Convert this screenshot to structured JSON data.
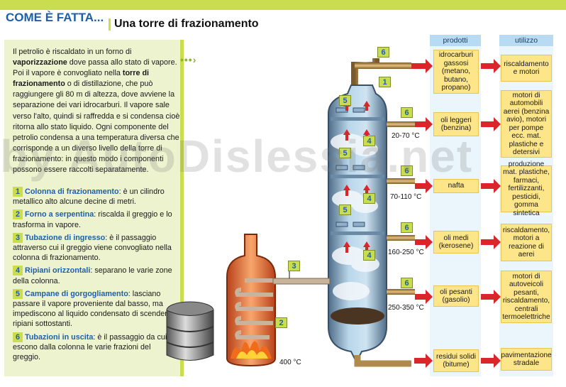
{
  "header": {
    "title": "COME È FATTA...",
    "subtitle": "Una torre di frazionamento"
  },
  "intro": {
    "p1": "Il petrolio è riscaldato in un forno di ",
    "b1": "vaporizzazione",
    "p2": " dove passa allo stato di vapore. Poi il vapore è convogliato nella ",
    "b2": "torre di frazionamento",
    "p3": " o di distillazione, che può raggiungere gli 80 m di altezza, dove avviene la separazione dei vari idrocarburi. Il vapore sale verso l'alto, quindi si raffredda e si condensa cioè ritorna allo stato liquido. Ogni componente del petrolio condensa a una temperatura diversa che corrisponde a un diverso livello della torre di frazionamento: in questo modo i componenti possono essere raccolti separatamente."
  },
  "items": [
    {
      "num": "1",
      "title": "Colonna di frazionamento",
      "text": ": è un cilindro metallico alto alcune decine di metri."
    },
    {
      "num": "2",
      "title": "Forno a serpentina",
      "text": ": riscalda il greggio e lo trasforma in vapore."
    },
    {
      "num": "3",
      "title": "Tubazione di ingresso",
      "text": ": è il passaggio attraverso cui il greggio viene convogliato nella colonna di frazionamento."
    },
    {
      "num": "4",
      "title": "Ripiani orizzontali",
      "text": ": separano le varie zone della colonna."
    },
    {
      "num": "5",
      "title": "Campane di gorgogliamento",
      "text": ": lasciano passare il vapore proveniente dal basso, ma impediscono al liquido condensato di scendere ai ripiani sottostanti."
    },
    {
      "num": "6",
      "title": "Tubazioni in uscita",
      "text": ": è il passaggio da cui escono dalla colonna le varie frazioni del greggio."
    }
  ],
  "columns": {
    "prodotti": "prodotti",
    "utilizzo": "utilizzo"
  },
  "rows": [
    {
      "product": "idrocarburi gassosi (metano, butano, propano)",
      "use": "riscaldamento e motori"
    },
    {
      "product": "oli leggeri (benzina)",
      "use": "motori di automobili aerei (benzina avio), motori per pompe ecc. mat. plastiche e detersivi"
    },
    {
      "product": "nafta",
      "use": "produzione mat. plastiche, farmaci, fertilizzanti, pesticidi, gomma sintetica"
    },
    {
      "product": "oli medi (kerosene)",
      "use": "riscaldamento, motori a reazione di aerei"
    },
    {
      "product": "oli pesanti (gasolio)",
      "use": "motori di autoveicoli pesanti, riscaldamento, centrali termoelettriche"
    },
    {
      "product": "residui solidi (bitume)",
      "use": "pavimentazione stradale"
    }
  ],
  "temperatures": [
    "20-70 °C",
    "70-110 °C",
    "160-250 °C",
    "250-350 °C",
    "400 °C"
  ],
  "diagram_labels": {
    "l1": "1",
    "l2": "2",
    "l3": "3",
    "l4": "4",
    "l5": "5",
    "l6": "6"
  },
  "watermark": "by AutoDislessia.net",
  "colors": {
    "accent": "#c9dd4e",
    "title_blue": "#1f5fa8",
    "box_yellow": "#fde58a",
    "arrow_red": "#d8262a",
    "column_blue": "#b8daf2"
  }
}
